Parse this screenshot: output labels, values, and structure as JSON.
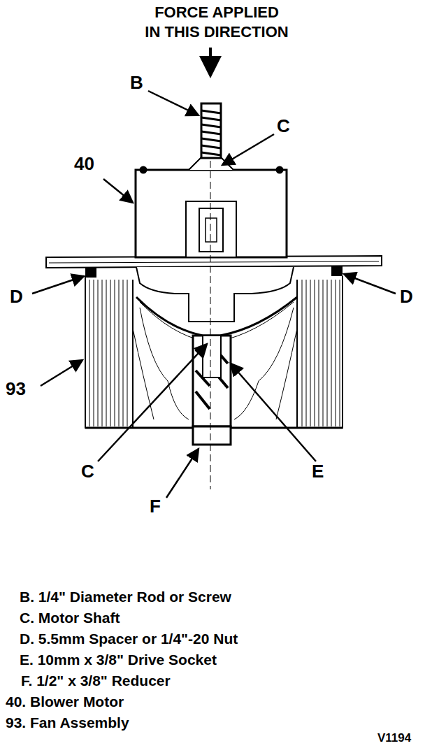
{
  "diagram": {
    "labels": [
      "FORCE APPLIED IN THIS DIRECTION",
      "B",
      "C",
      "40",
      "D",
      "D",
      "93",
      "C",
      "E",
      "F",
      "B. 1/4\" Diameter Rod or Screw",
      "C. Motor Shaft",
      "D. 5.5mm Spacer or 1/4\"-20 Nut",
      "E. 10mm x 3/8\" Drive Socket",
      "F. 1/2\" x 3/8\" Reducer",
      "40. Blower Motor",
      "93. Fan Assembly",
      "V1194"
    ]
  }
}
